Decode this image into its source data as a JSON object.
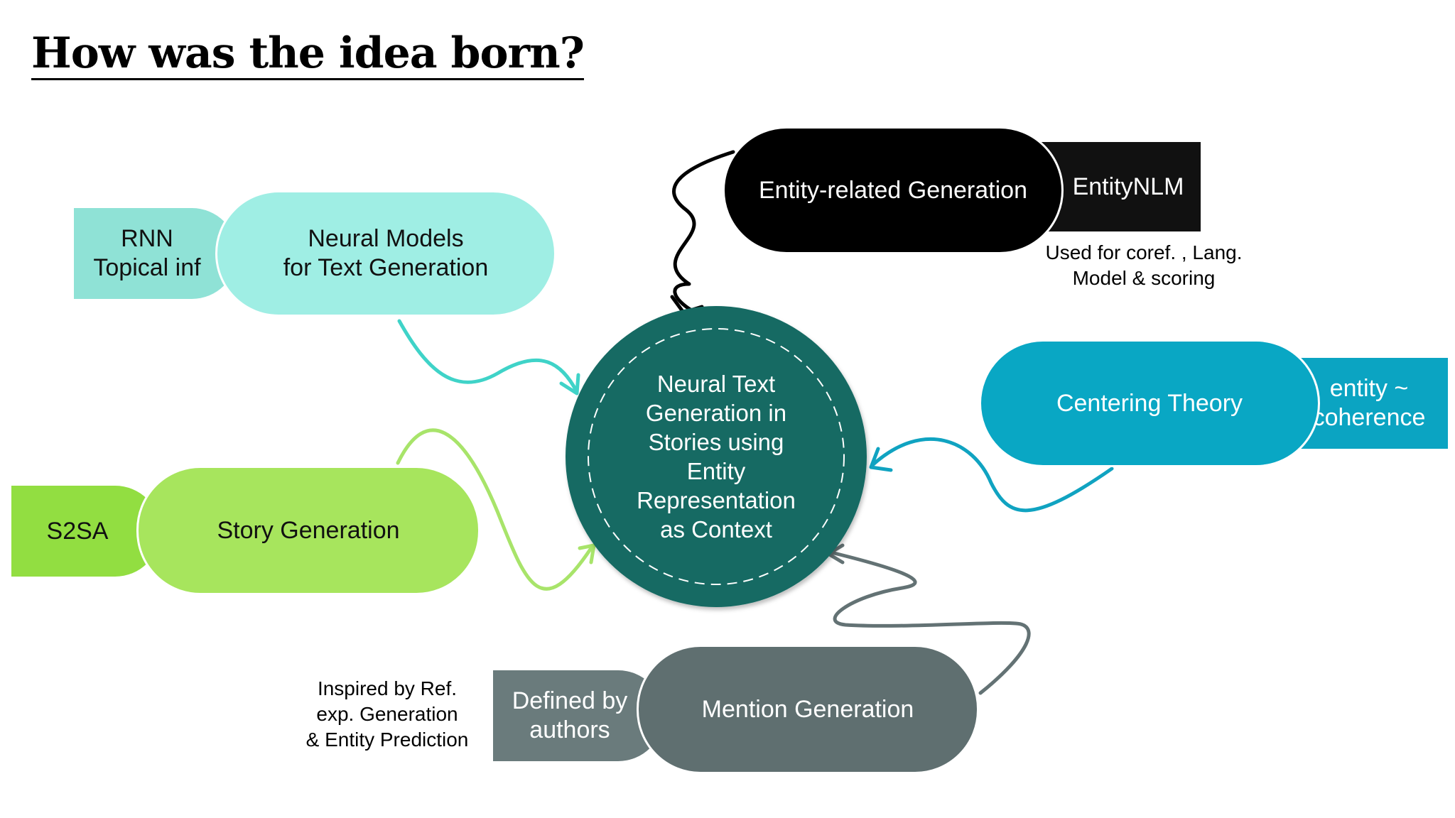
{
  "title": "How was the idea born?",
  "center": {
    "lines": [
      "Neural Text",
      "Generation in",
      "Stories using",
      "Entity",
      "Representation",
      "as Context"
    ],
    "color": "#136b63"
  },
  "nodes": {
    "neural_models": {
      "lines": [
        "Neural Models",
        "for Text Generation"
      ],
      "color": "#9feee4",
      "text_color": "#111111"
    },
    "rnn_tab": {
      "lines": [
        "RNN",
        "Topical inf"
      ],
      "color": "#8fe2d6"
    },
    "entity_related": {
      "lines": [
        "Entity-related Generation"
      ],
      "color": "#000000",
      "text_color": "#ffffff"
    },
    "entitynlm_tab": {
      "lines": [
        "EntityNLM"
      ],
      "color": "#111111"
    },
    "centering": {
      "lines": [
        "Centering Theory"
      ],
      "color": "#09a7c4",
      "text_color": "#ffffff"
    },
    "coherence_tab": {
      "lines": [
        "entity ~",
        "coherence"
      ],
      "color": "#0ba4c2"
    },
    "story": {
      "lines": [
        "Story Generation"
      ],
      "color": "#a7e55d",
      "text_color": "#111111"
    },
    "s2sa_tab": {
      "lines": [
        "S2SA"
      ],
      "color": "#92de41"
    },
    "mention": {
      "lines": [
        "Mention Generation"
      ],
      "color": "#5f6f70",
      "text_color": "#ffffff"
    },
    "authors_tab": {
      "lines": [
        "Defined by",
        "authors"
      ],
      "color": "#6a7b7c"
    }
  },
  "notes": {
    "entitynlm_note": [
      "Used for coref. , Lang.",
      "Model & scoring"
    ],
    "mention_note": [
      "Inspired by Ref.",
      "exp. Generation",
      "& Entity Prediction"
    ]
  },
  "arrow_colors": {
    "neural_models": "#3fd3c8",
    "entity_related": "#000000",
    "centering": "#10a3c1",
    "story": "#a8e46a",
    "mention": "#637274"
  }
}
